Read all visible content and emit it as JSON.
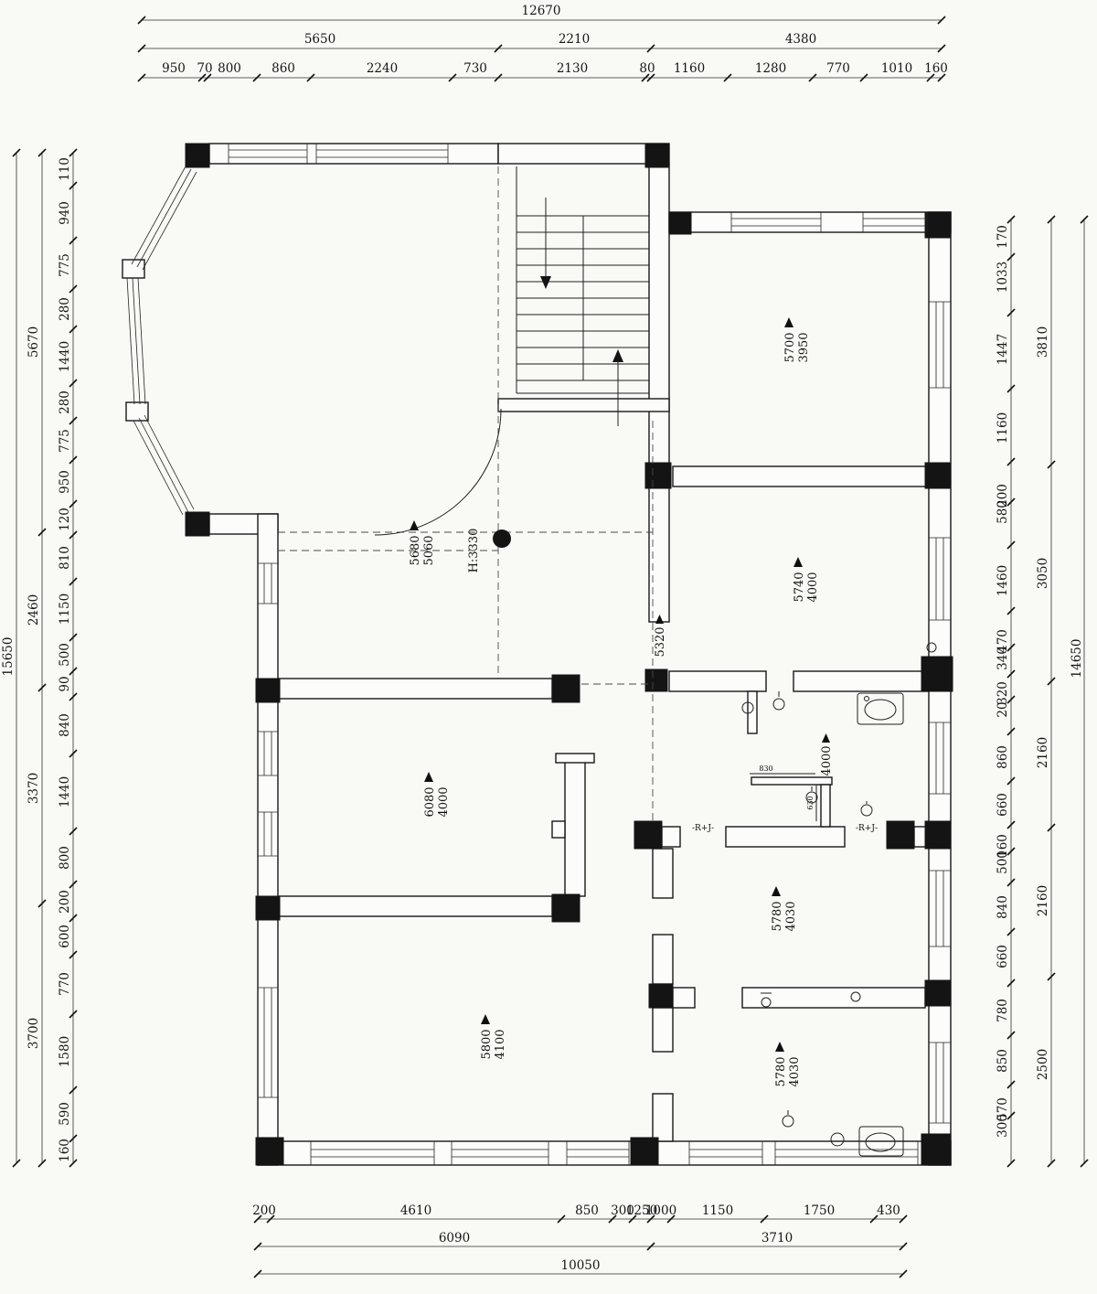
{
  "drawing": {
    "background": "#f9f9f6",
    "ink": "#1a1a1a"
  },
  "dims": {
    "top": {
      "total": "12670",
      "groups": [
        "5650",
        "2210",
        "4380"
      ],
      "detail": [
        "950",
        "70",
        "800",
        "860",
        "2240",
        "730",
        "2130",
        "80",
        "1160",
        "1280",
        "770",
        "1010",
        "160"
      ]
    },
    "left": {
      "total": "15650",
      "groups": [
        "5670",
        "2460",
        "3370",
        "3700"
      ],
      "detail": [
        "110",
        "940",
        "775",
        "280",
        "1440",
        "280",
        "775",
        "950",
        "120",
        "810",
        "1150",
        "500",
        "90",
        "840",
        "1440",
        "800",
        "200",
        "600",
        "770",
        "1580",
        "590",
        "160"
      ]
    },
    "right": {
      "total": "14650",
      "groups": [
        "3810",
        "3050",
        "2160",
        "2160",
        "2500"
      ],
      "detail": [
        "170",
        "1033",
        "1447",
        "1160",
        "200",
        "580",
        "1460",
        "470",
        "340",
        "320",
        "20",
        "860",
        "660",
        "160",
        "500",
        "840",
        "660",
        "780",
        "850",
        "570",
        "300"
      ]
    },
    "bottom": {
      "total": "10050",
      "groups": [
        "6090",
        "3710"
      ],
      "detail": [
        "200",
        "4610",
        "850",
        "300",
        "1250",
        "1000",
        "1150",
        "1750",
        "430"
      ]
    }
  },
  "rooms": [
    {
      "main": "5700",
      "sub": "3950"
    },
    {
      "main": "5740",
      "sub": "4000"
    },
    {
      "main": "5680",
      "sub": "5060"
    },
    {
      "main": "6080",
      "sub": "4000"
    },
    {
      "main": "5800",
      "sub": "4100"
    },
    {
      "main": "5780",
      "sub": "4030"
    },
    {
      "main": "5780",
      "sub": "4030"
    }
  ],
  "labels": {
    "ceiling_height": "H:3330",
    "dim_5320": "5320",
    "dim_4000": "4000",
    "rj": "-R+J-",
    "d830": "830",
    "d630": "630"
  }
}
